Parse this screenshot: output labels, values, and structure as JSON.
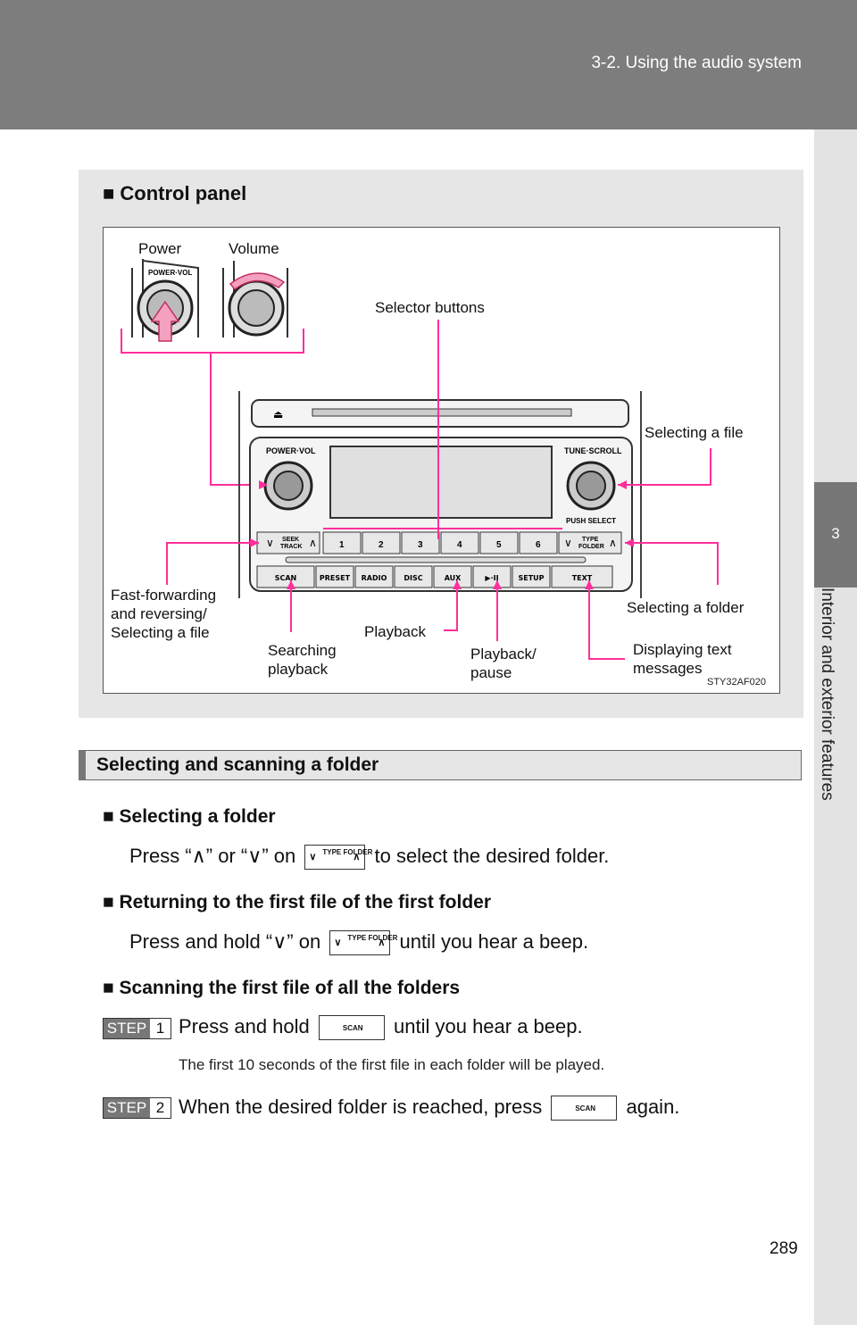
{
  "header": {
    "title": "3-2. Using the audio system"
  },
  "side_tab": {
    "number": "3",
    "text": "Interior and exterior features"
  },
  "panel": {
    "title": "■ Control panel",
    "labels": {
      "power": "Power",
      "volume": "Volume",
      "selector_buttons": "Selector buttons",
      "selecting_file": "Selecting a file",
      "fast_forwarding": [
        "Fast-forwarding",
        "and reversing/",
        "Selecting a file"
      ],
      "selecting_folder": "Selecting a folder",
      "playback": "Playback",
      "searching_playback": [
        "Searching",
        "playback"
      ],
      "playback_pause": [
        "Playback/",
        "pause"
      ],
      "displaying_text": [
        "Displaying text",
        "messages"
      ],
      "figure_code": "STY32AF020"
    },
    "device": {
      "power_vol": "POWER·VOL",
      "tune_scroll": "TUNE·SCROLL",
      "push_select": "PUSH SELECT",
      "seek_track": [
        "SEEK",
        "TRACK"
      ],
      "type_folder": [
        "TYPE",
        "FOLDER"
      ],
      "presets": [
        "1",
        "2",
        "3",
        "4",
        "5",
        "6"
      ],
      "bottom_buttons": [
        "SCAN",
        "PRESET",
        "RADIO",
        "DISC",
        "AUX",
        "▶·II",
        "SETUP",
        "TEXT"
      ],
      "eject": "⏏"
    }
  },
  "section": {
    "title": "Selecting and scanning a folder",
    "items": [
      {
        "heading": "■ Selecting a folder",
        "text_a": "Press “∧” or “∨” on",
        "text_b": "to select the desired folder."
      },
      {
        "heading": "■ Returning to the first file of the first folder",
        "text_a": "Press and hold “∨” on",
        "text_b": "until you hear a beep."
      },
      {
        "heading": "■ Scanning the first file of all the folders"
      }
    ],
    "steps": [
      {
        "label": "STEP",
        "num": "1",
        "text_a": "Press and hold",
        "text_b": "until you hear a beep.",
        "note": "The first 10 seconds of the first file in each folder will be played."
      },
      {
        "label": "STEP",
        "num": "2",
        "text_a": "When the desired folder is reached, press",
        "text_b": "again."
      }
    ],
    "button_labels": {
      "type_folder": "TYPE FOLDER",
      "scan": "SCAN"
    }
  },
  "page_number": "289",
  "colors": {
    "callout": "#ff2e9a",
    "header": "#7d7d7d",
    "panel": "#e6e6e6"
  }
}
